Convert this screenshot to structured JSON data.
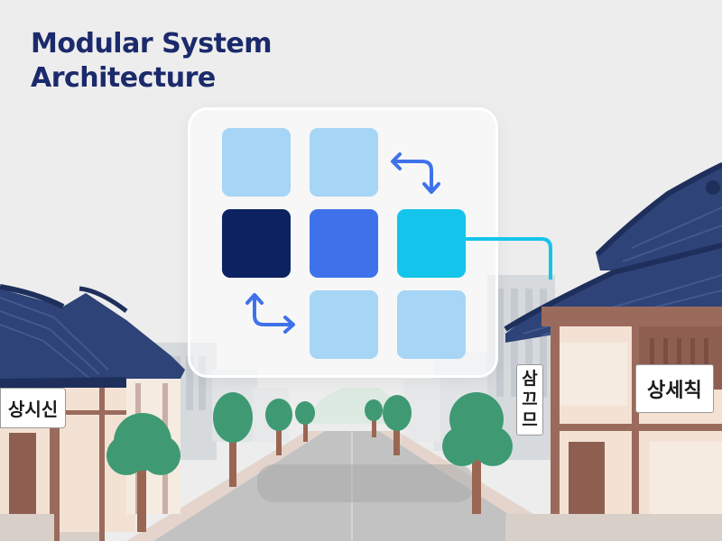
{
  "title": {
    "line1": "Modular System",
    "line2": "Architecture"
  },
  "signs": {
    "left": "상시신",
    "middle": "삼끄므",
    "right": "상세칙"
  },
  "colors": {
    "title": "#1b2a6b",
    "sky": "#ededed",
    "roof": "#2e4377",
    "roof_dark": "#1e2f5c",
    "wood": "#9a6b5c",
    "wall": "#f3e2d4",
    "tree": "#3f9a73",
    "tree_trunk": "#9a6652",
    "road": "#bdbdbd",
    "tile_light": "#a6d5f5",
    "tile_dark": "#0d2261",
    "tile_blue": "#3f72ea",
    "tile_cyan": "#14c4ea",
    "arrow": "#3f72ea",
    "connector": "#14c4ea"
  },
  "icons": [
    "swap-arrows-icon",
    "swap-arrows-icon",
    "connector-line"
  ]
}
